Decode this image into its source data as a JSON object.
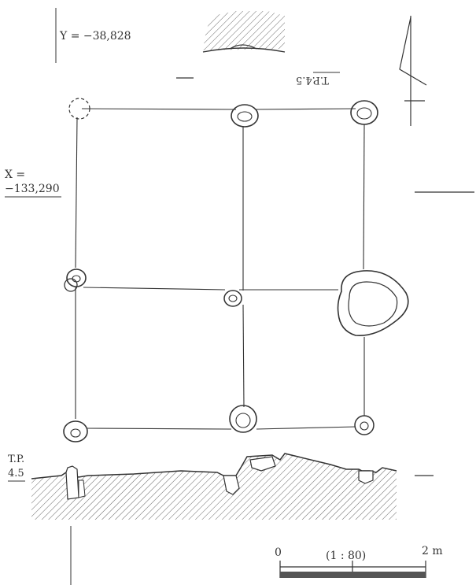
{
  "coordinates": {
    "y_label": "Y = −38,828",
    "x_label_line1": "X =",
    "x_label_line2": "−133,290"
  },
  "benchmark": {
    "top_label_inverted": "T.P.4.5",
    "section_label_line1": "T.P.",
    "section_label_line2": "4.5"
  },
  "scale_bar": {
    "start": "0",
    "ratio": "(1 : 80)",
    "end": "2 m"
  },
  "colors": {
    "line": "#333333",
    "hatch": "#555555",
    "scale_fill": "#555555"
  }
}
